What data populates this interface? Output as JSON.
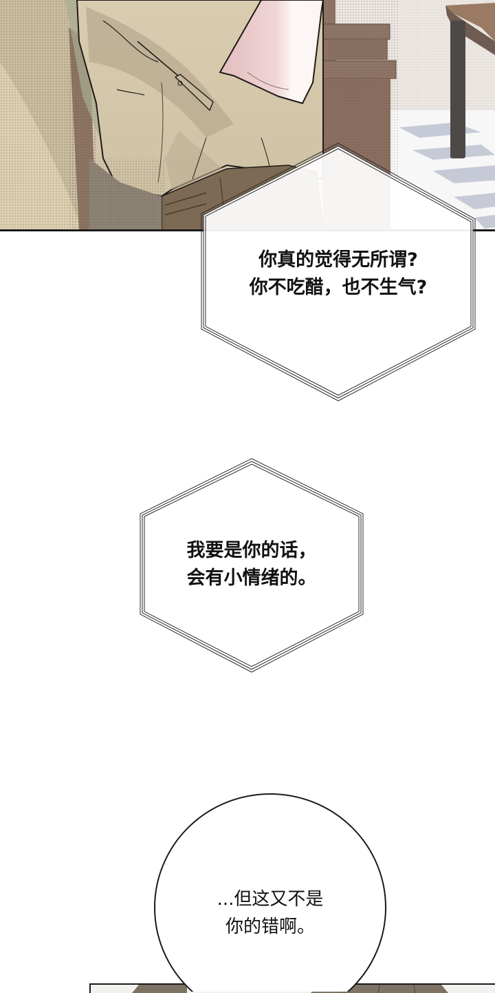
{
  "panels": {
    "top": {
      "description": "Close-up of a seated person in a beige shirt and brown pants, pink sleeve, wooden chair, table and checkered floor",
      "colors": {
        "shirt": "#d6c8ab",
        "shirt_shadow": "#b4a78e",
        "sleeve": "#e8c8c8",
        "sleeve_light": "#fbf4f2",
        "pants": "#7d6a55",
        "chair": "#8f7565",
        "background_wall": "#e9e4df",
        "floor_tile": "#c6cad6",
        "table": "#9a7a62",
        "table_leg": "#4e4a48"
      }
    },
    "bottom": {
      "description": "Top edge of next panel showing dark brown hair",
      "colors": {
        "hair": "#7d7264"
      }
    }
  },
  "bubbles": [
    {
      "shape": "hexagon",
      "lines": [
        "你真的觉得无所谓?",
        "你不吃醋，也不生气?"
      ]
    },
    {
      "shape": "hexagon",
      "lines": [
        "我要是你的话，",
        "会有小情绪的。"
      ]
    },
    {
      "shape": "ellipse",
      "lines": [
        "...但这又不是",
        "你的错啊。"
      ]
    }
  ]
}
